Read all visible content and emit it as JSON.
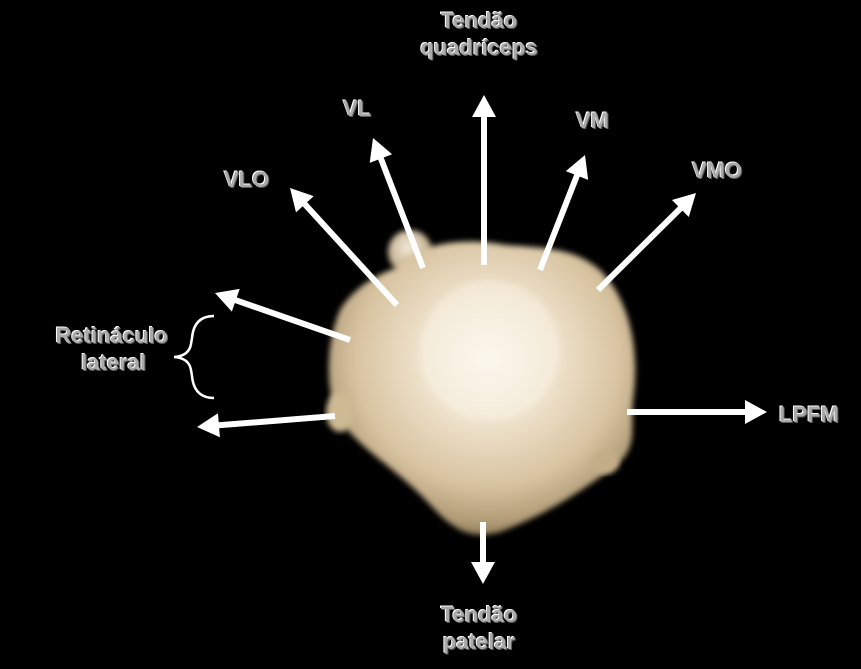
{
  "colors": {
    "background": "#000000",
    "bone_light": "#f6efe2",
    "bone_mid": "#d9c7a6",
    "bone_dark": "#8e7a58",
    "arrow": "#ffffff",
    "label_text": "#a9a9a9"
  },
  "labels": {
    "quadriceps_tendon": {
      "line1": "Tendão",
      "line2": "quadríceps"
    },
    "vl": "VL",
    "vm": "VM",
    "vlo": "VLO",
    "vmo": "VMO",
    "lateral_retinaculum": {
      "line1": "Retináculo",
      "line2": "lateral"
    },
    "lpfm": "LPFM",
    "patellar_tendon": {
      "line1": "Tendão",
      "line2": "patelar"
    }
  }
}
